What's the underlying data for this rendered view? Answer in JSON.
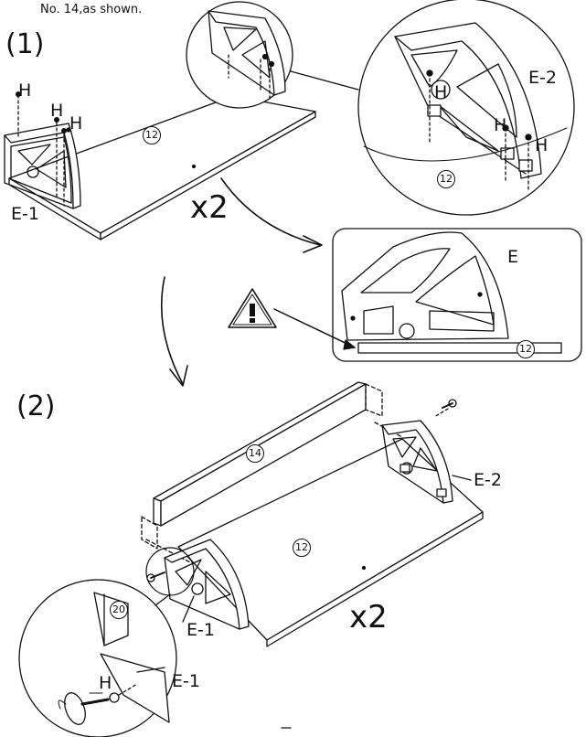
{
  "caption": "No. 14,as shown.",
  "steps": {
    "one": "(1)",
    "two": "(2)"
  },
  "parts": {
    "H": "H",
    "E1": "E-1",
    "E2": "E-2",
    "E": "E",
    "p12": "12",
    "p14": "14",
    "p20": "20"
  },
  "multiplier": "x2"
}
